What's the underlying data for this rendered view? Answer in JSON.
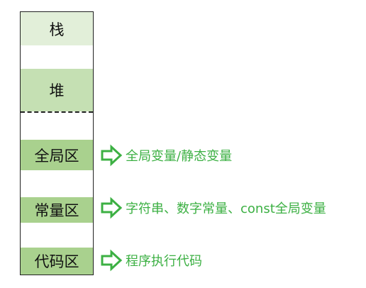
{
  "colors": {
    "segment_light": "#e2efd9",
    "segment_medium": "#c5e0b3",
    "segment_dark": "#a9d18e",
    "annotation_green": "#3cb043"
  },
  "memory": {
    "stack": "栈",
    "heap": "堆",
    "global_area": "全局区",
    "constant_area": "常量区",
    "code_area": "代码区"
  },
  "annotations": {
    "global_area": "全局变量/静态变量",
    "constant_area": "字符串、数字常量、const全局变量",
    "code_area": "程序执行代码"
  }
}
